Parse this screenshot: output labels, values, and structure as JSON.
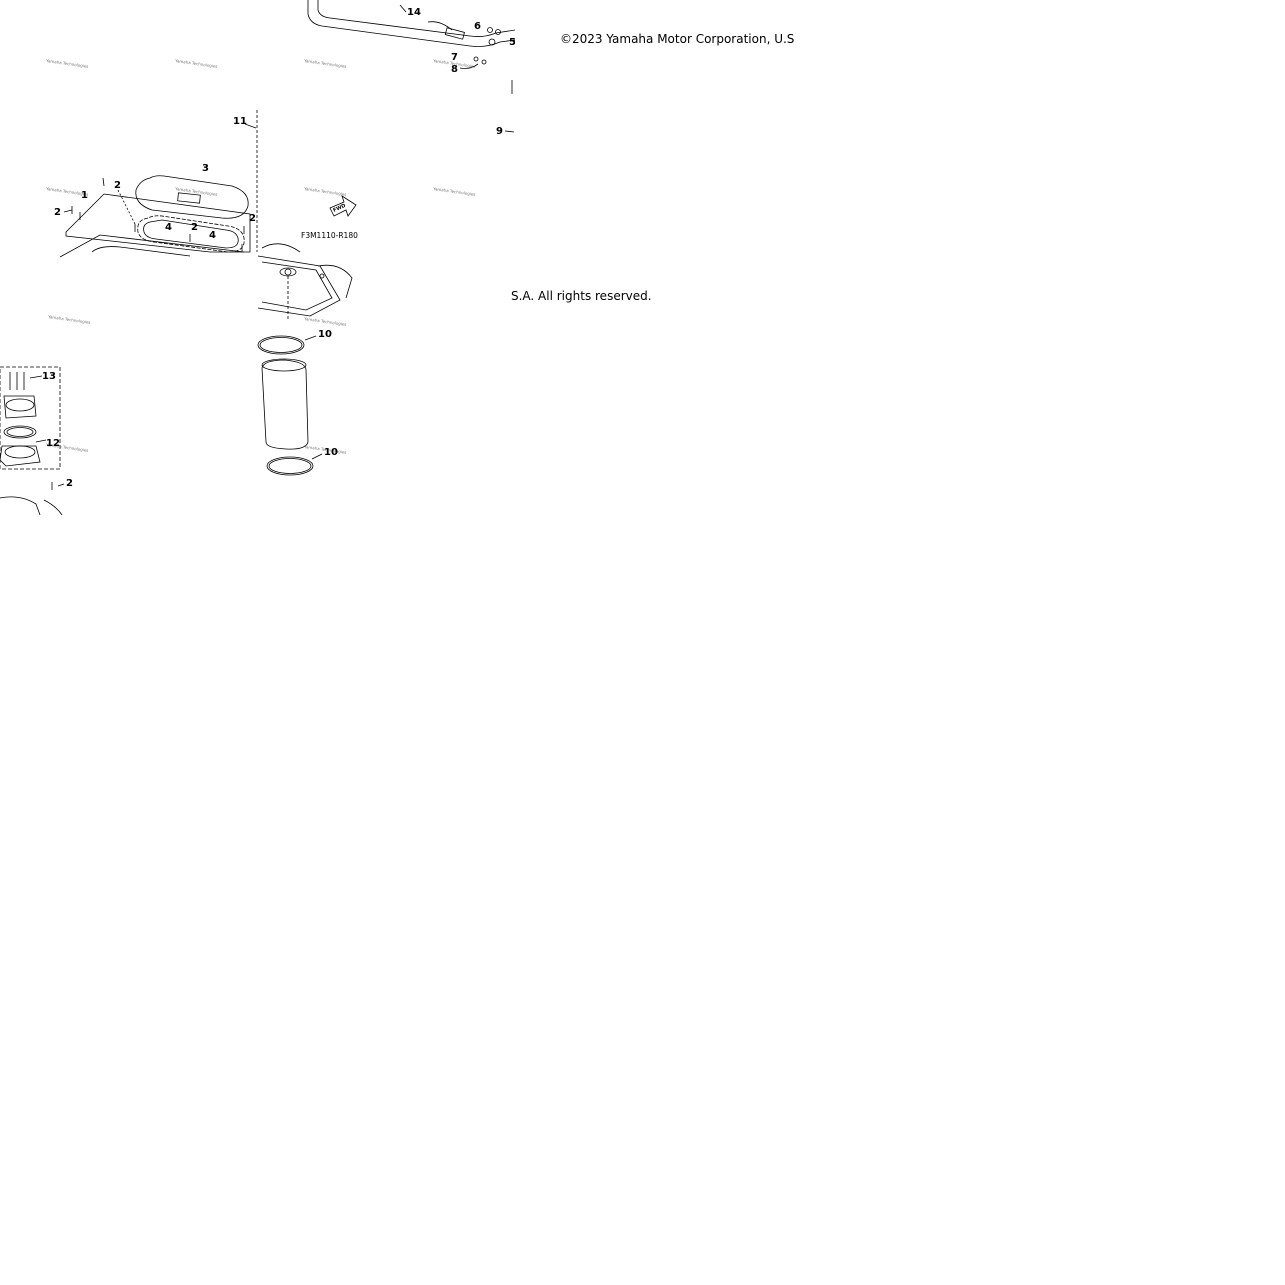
{
  "copyright": {
    "line1": "©2023 Yamaha Motor Corporation, U.S",
    "line2": "S.A. All rights reserved."
  },
  "diagram": {
    "part_code": "F3M1110-R180",
    "fwd_label": "FWD",
    "watermark": "Yamaha Technologies",
    "callouts": {
      "c1": "1",
      "c2": "2",
      "c3": "3",
      "c4": "4",
      "c5": "5",
      "c6": "6",
      "c7": "7",
      "c8": "8",
      "c9": "9",
      "c10": "10",
      "c11": "11",
      "c12": "12",
      "c13": "13",
      "c14": "14"
    }
  }
}
